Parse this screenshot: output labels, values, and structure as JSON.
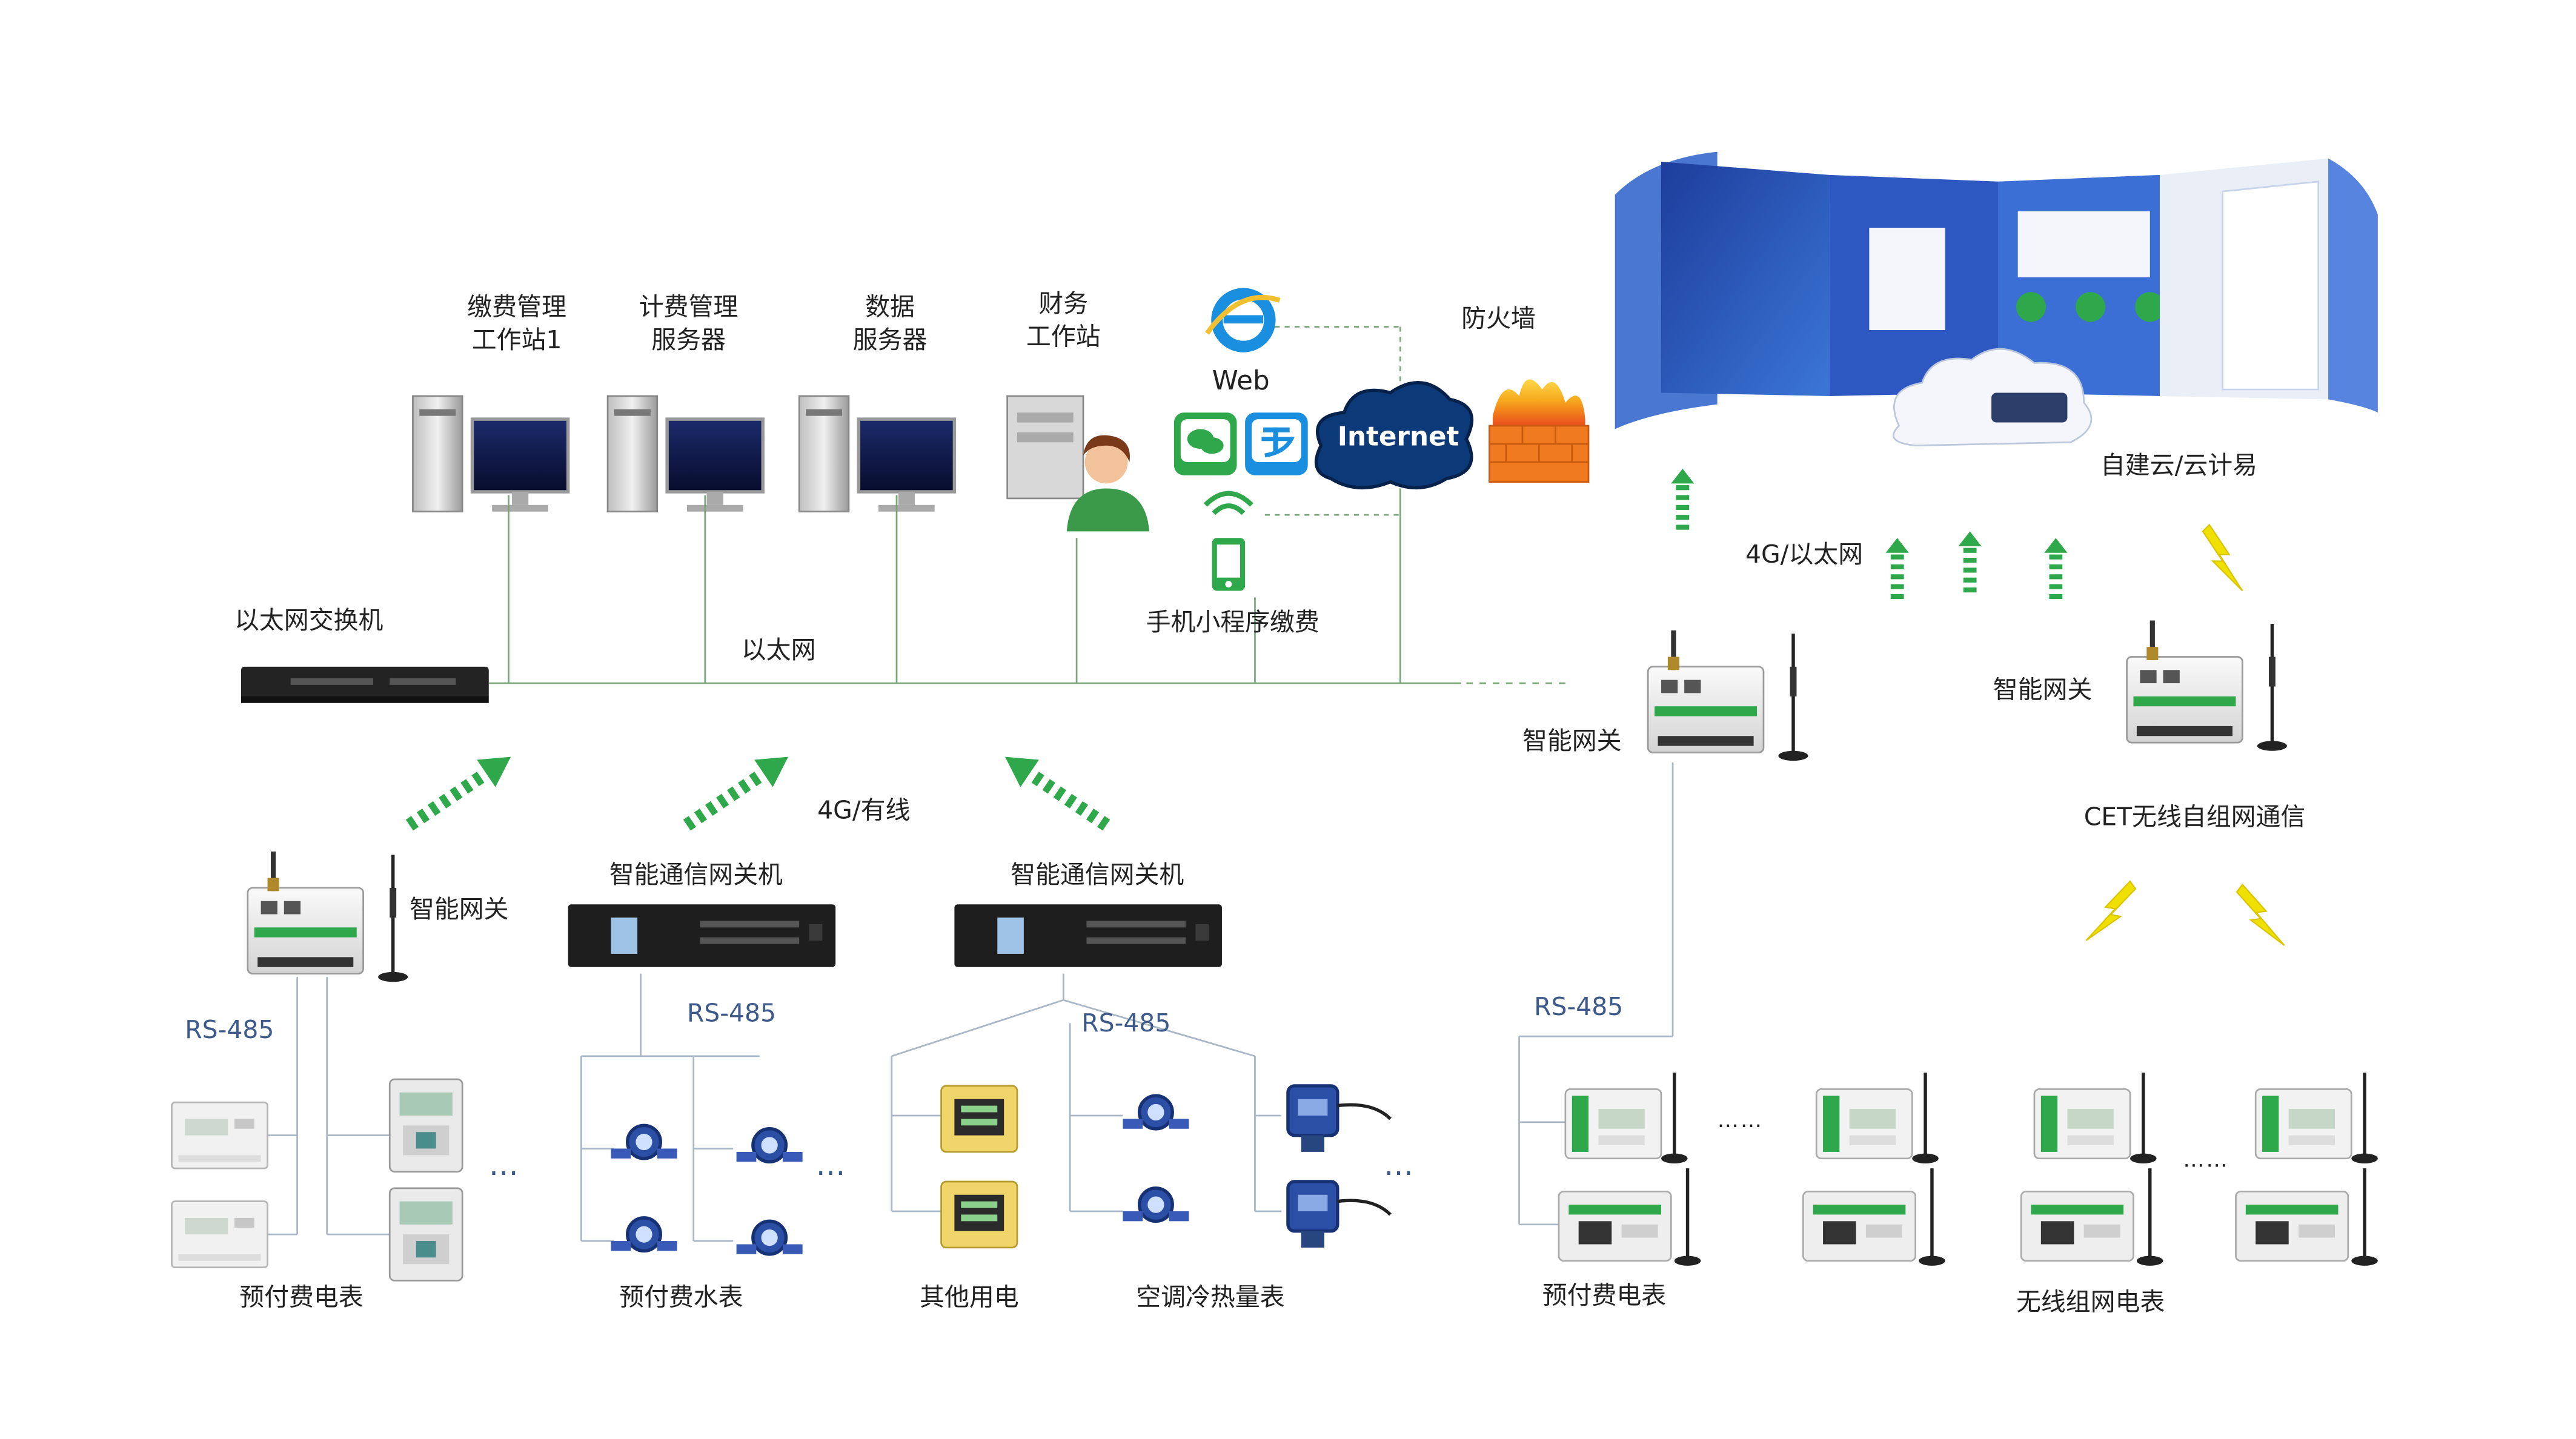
{
  "workstations": [
    {
      "line1": "缴费管理",
      "line2": "工作站1"
    },
    {
      "line1": "计费管理",
      "line2": "服务器"
    },
    {
      "line1": "数据",
      "line2": "服务器"
    },
    {
      "line1": "财务",
      "line2": "工作站"
    }
  ],
  "web_label": "Web",
  "internet_label": "Internet",
  "firewall_label": "防火墙",
  "mobile_label": "手机小程序缴费",
  "wechat_label": "微信支付",
  "alipay_label": "支付宝支付",
  "switch_label": "以太网交换机",
  "ethernet_label": "以太网",
  "cloud_label": "自建云/云计易",
  "uplink_label": "4G/以太网",
  "gateway_label": "智能网关",
  "gateway_right_label": "智能网关",
  "gateway_left_label": "智能网关",
  "wireless_label": "CET无线自组网通信",
  "uplink_4g_wired": "4G/有线",
  "comm_gateway_1": "智能通信网关机",
  "comm_gateway_2": "智能通信网关机",
  "rs485": [
    "RS-485",
    "RS-485",
    "RS-485",
    "RS-485"
  ],
  "bottom_labels": [
    "预付费电表",
    "预付费水表",
    "其他用电",
    "空调冷热量表",
    "预付费电表",
    "无线组网电表"
  ],
  "ellipsis": [
    "…",
    "…",
    "…",
    "……",
    "……"
  ],
  "colors": {
    "arrow": "#2ea84a",
    "line": "#7aa77a",
    "text": "#222222",
    "rs485": "#3d5a8a",
    "bolt": "#f0e000"
  }
}
